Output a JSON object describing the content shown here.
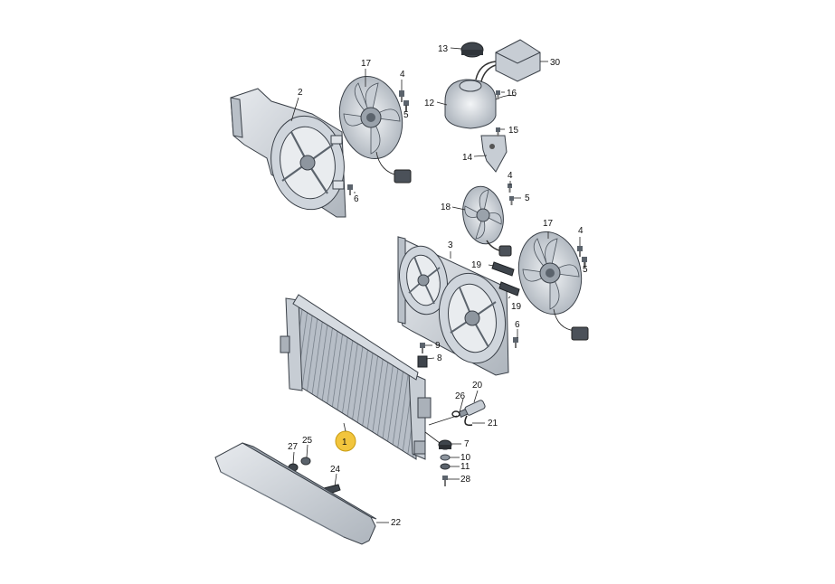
{
  "diagram": {
    "highlight_color": "#f2c53d",
    "part_color": "#c3cad2",
    "callouts": {
      "c1": "1",
      "c2": "2",
      "c3": "3",
      "c4a": "4",
      "c4b": "4",
      "c4c": "4",
      "c5a": "5",
      "c5b": "5",
      "c5c": "5",
      "c6a": "6",
      "c6b": "6",
      "c7": "7",
      "c8": "8",
      "c9": "9",
      "c10": "10",
      "c11": "11",
      "c12": "12",
      "c13": "13",
      "c14": "14",
      "c15": "15",
      "c16": "16",
      "c17a": "17",
      "c17b": "17",
      "c18": "18",
      "c19a": "19",
      "c19b": "19",
      "c20": "20",
      "c21": "21",
      "c22": "22",
      "c24": "24",
      "c25": "25",
      "c26": "26",
      "c27": "27",
      "c28": "28",
      "c30": "30"
    }
  }
}
